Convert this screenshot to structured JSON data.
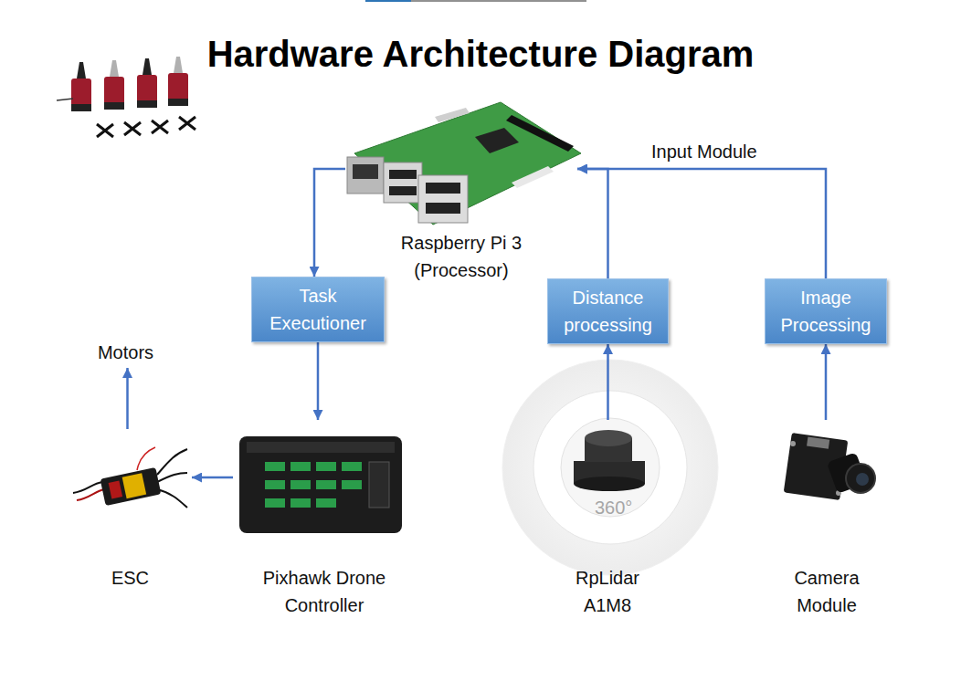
{
  "diagram": {
    "title": "Hardware Architecture Diagram",
    "nodes": [
      {
        "text": [
          "Raspberry Pi 3 (Processor)"
        ]
      },
      {
        "text": [
          "Motors"
        ]
      },
      {
        "text": [
          "Task Executioner"
        ]
      },
      {
        "text": [
          "Distance processing"
        ]
      },
      {
        "text": [
          "Image Processing"
        ]
      },
      {
        "text": [
          "ESC"
        ]
      },
      {
        "text": [
          "Pixhawk Drone Controller"
        ]
      },
      {
        "text": [
          "RpLidar A1M8"
        ]
      },
      {
        "text": [
          "Camera Module"
        ]
      }
    ],
    "edges": [
      {
        "from": 0,
        "to": 2,
        "arrow": "to"
      },
      {
        "from": 2,
        "to": 6,
        "arrow": "to"
      },
      {
        "from": 6,
        "to": 5,
        "arrow": "to"
      },
      {
        "from": 5,
        "to": 1,
        "arrow": "to"
      },
      {
        "from": 7,
        "to": 3,
        "arrow": "to"
      },
      {
        "from": 8,
        "to": 4,
        "arrow": "to"
      },
      {
        "from": 3,
        "to": 0,
        "arrow": "to"
      },
      {
        "from": 4,
        "to": 0,
        "arrow": "to"
      }
    ],
    "labels": [
      "Input Module",
      "360°"
    ]
  }
}
